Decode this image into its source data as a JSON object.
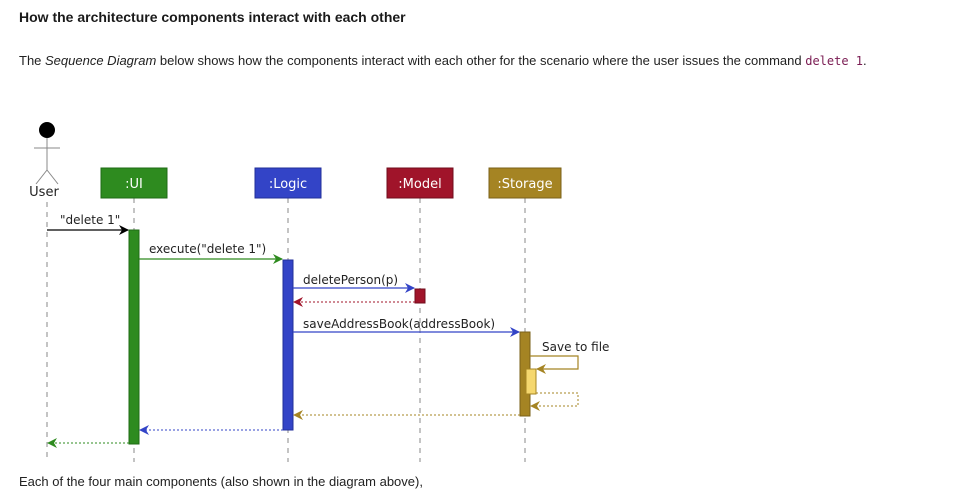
{
  "heading": "How the architecture components interact with each other",
  "intro": {
    "prefix": "The ",
    "emphasis": "Sequence Diagram",
    "middle": " below shows how the components interact with each other for the scenario where the user issues the command ",
    "command": "delete 1",
    "suffix": "."
  },
  "diagram": {
    "actor": {
      "label": "User"
    },
    "participants": [
      {
        "id": "ui",
        "label": ":UI",
        "color": "#2e8b1f"
      },
      {
        "id": "logic",
        "label": ":Logic",
        "color": "#3344c7"
      },
      {
        "id": "model",
        "label": ":Model",
        "color": "#a0142a"
      },
      {
        "id": "storage",
        "label": ":Storage",
        "color": "#a58423"
      }
    ],
    "messages": [
      {
        "id": "delete-1",
        "label": "\"delete 1\""
      },
      {
        "id": "execute",
        "label": "execute(\"delete 1\")"
      },
      {
        "id": "delete-person",
        "label": "deletePerson(p)"
      },
      {
        "id": "save-address-book",
        "label": "saveAddressBook(addressBook)"
      },
      {
        "id": "save-to-file",
        "label": "Save to file"
      }
    ]
  },
  "footer": "Each of the four main components (also shown in the diagram above),"
}
